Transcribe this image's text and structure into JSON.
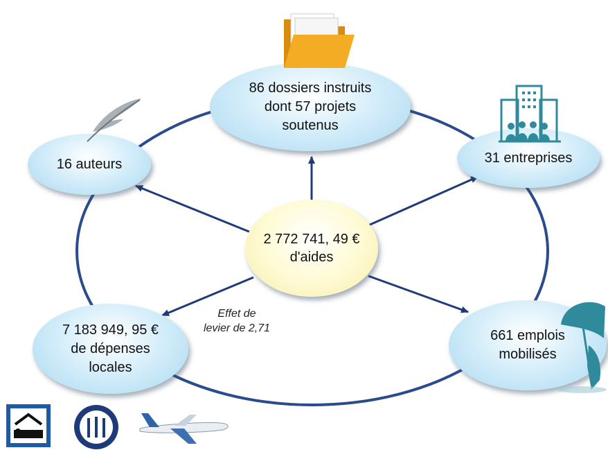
{
  "diagram": {
    "center": {
      "line1": "2 772 741, 49 €",
      "line2": "d'aides"
    },
    "top": {
      "text": "86 dossiers instruits\ndont 57 projets\nsoutenus"
    },
    "left": {
      "text": "16 auteurs"
    },
    "right": {
      "text": "31 entreprises"
    },
    "bottom_left": {
      "text": "7 183 949, 95 €\nde dépenses\nlocales"
    },
    "bottom_right": {
      "text": "661 emplois\nmobilisés"
    },
    "leverage_note": "Effet de\nlevier de 2,71"
  },
  "colors": {
    "ring": "#2b4c8c",
    "arrow": "#1f3a78",
    "bubble": "#a9d9f1",
    "center_bubble": "#f5edab",
    "teal_icons": "#2f8a9b",
    "badge_blue": "#1d5aa7",
    "folder": "#f2a51d"
  },
  "icons": [
    "folder-icon",
    "feather-icon",
    "buildings-icon",
    "umbrella-icon",
    "hotel-bed-icon",
    "restaurant-icon",
    "airplane-icon"
  ]
}
